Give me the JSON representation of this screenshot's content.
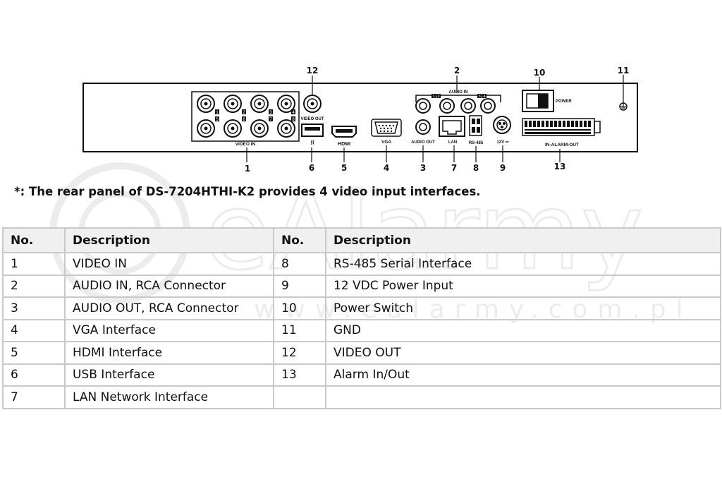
{
  "diagram": {
    "callouts": [
      "1",
      "2",
      "3",
      "4",
      "5",
      "6",
      "7",
      "8",
      "9",
      "10",
      "11",
      "12",
      "13"
    ],
    "panel_labels": {
      "video_in": "VIDEO IN",
      "video_out": "VIDEO OUT",
      "audio_in": "AUDIO IN",
      "audio_out": "AUDIO OUT",
      "hdmi": "HDMI",
      "vga": "VGA",
      "lan": "LAN",
      "rs485": "RS-485",
      "power_in": "12V ⎓",
      "power": "POWER",
      "alarm": "IN-ALARM-OUT"
    },
    "video_channel_numbers": [
      "1",
      "2",
      "3",
      "4",
      "5",
      "6",
      "7",
      "8"
    ],
    "audio_channel_numbers": [
      "1",
      "2",
      "3",
      "4"
    ]
  },
  "note": "*: The rear panel of DS-7204HTHI-K2 provides 4 video input interfaces.",
  "table": {
    "headers": [
      "No.",
      "Description",
      "No.",
      "Description"
    ],
    "rows": [
      [
        "1",
        "VIDEO IN",
        "8",
        "RS-485 Serial Interface"
      ],
      [
        "2",
        "AUDIO IN, RCA Connector",
        "9",
        "12 VDC Power Input"
      ],
      [
        "3",
        "AUDIO OUT, RCA Connector",
        "10",
        "Power Switch"
      ],
      [
        "4",
        "VGA Interface",
        "11",
        "GND"
      ],
      [
        "5",
        "HDMI Interface",
        "12",
        "VIDEO OUT"
      ],
      [
        "6",
        "USB Interface",
        "13",
        "Alarm In/Out"
      ],
      [
        "7",
        "LAN Network Interface",
        "",
        ""
      ]
    ]
  },
  "watermark": {
    "brand": "eAlarmy",
    "url": "www.ealarmy.com.pl"
  }
}
